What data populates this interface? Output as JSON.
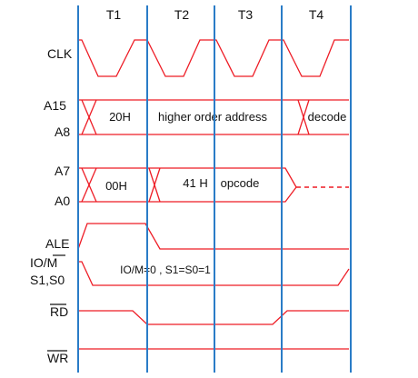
{
  "diagram": {
    "colors": {
      "waveform": "#ee1c25",
      "divider": "#2a7cc7",
      "text": "#111111"
    },
    "t_states": [
      "T1",
      "T2",
      "T3",
      "T4"
    ],
    "signals": {
      "clk": "CLK",
      "a15": "A15",
      "a8": "A8",
      "a7": "A7",
      "a0": "A0",
      "ale": "ALE",
      "iom_prefix": "IO/",
      "iom_bar": "M",
      "s1s0": "S1,S0",
      "rd": "RD",
      "wr": "WR"
    },
    "annotations": {
      "high_addr_value": "20H",
      "high_addr_desc": "higher order address",
      "decode": "decode",
      "low_addr_value": "00H",
      "opcode_value": "41 H",
      "opcode_desc": "opcode",
      "status": "IO/M=0 , S1=S0=1"
    }
  }
}
